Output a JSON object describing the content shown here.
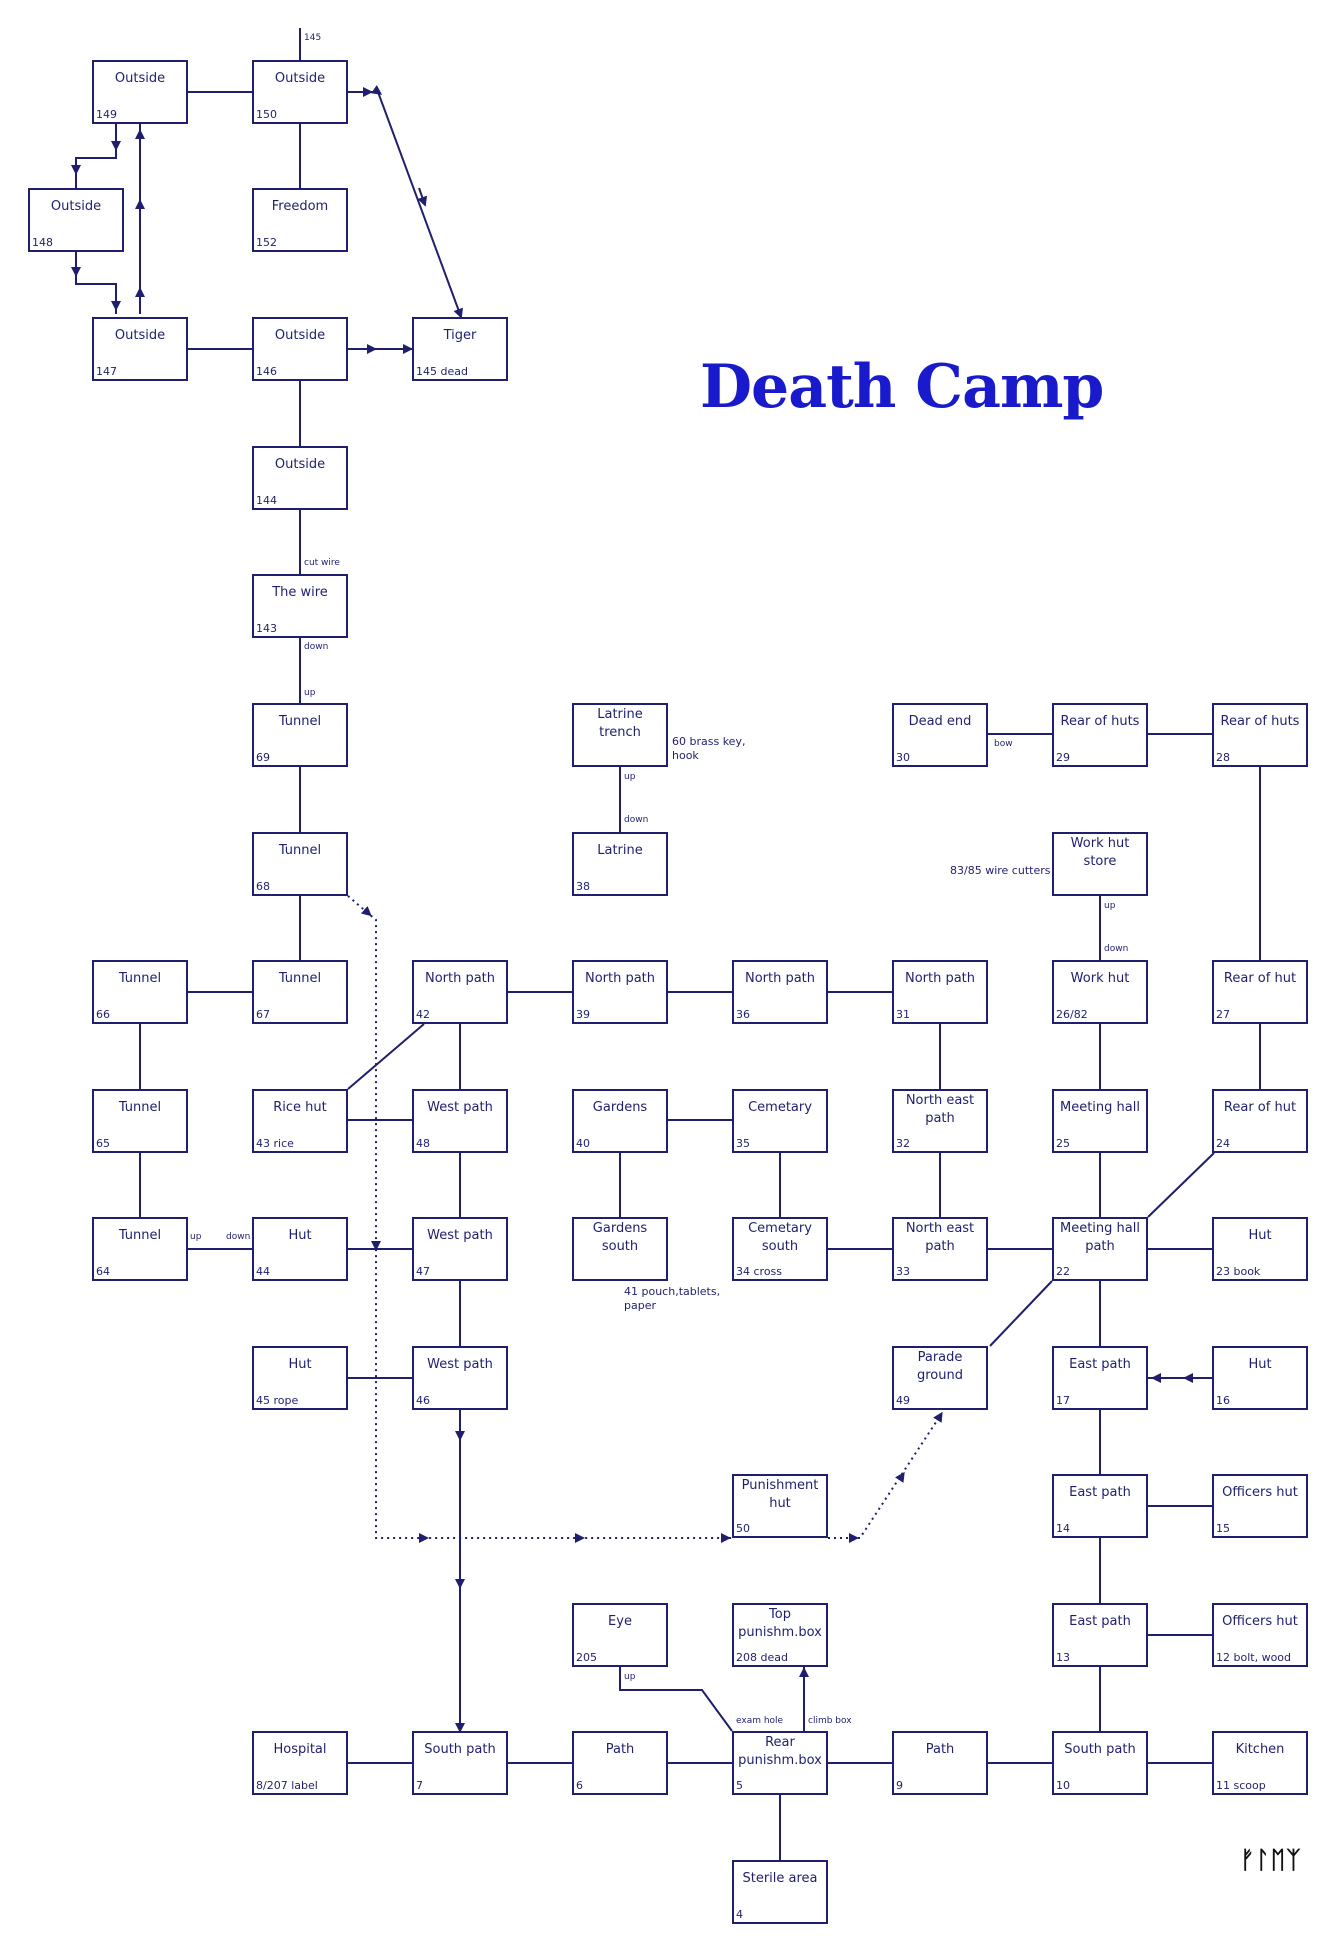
{
  "title": "Death Camp",
  "signature": "ᚠᛚᛖᛉ",
  "rooms": [
    {
      "id": "r150",
      "name": "Outside",
      "num": "150"
    },
    {
      "id": "r149",
      "name": "Outside",
      "num": "149"
    },
    {
      "id": "r148",
      "name": "Outside",
      "num": "148"
    },
    {
      "id": "r152",
      "name": "Freedom",
      "num": "152"
    },
    {
      "id": "r147",
      "name": "Outside",
      "num": "147"
    },
    {
      "id": "r146",
      "name": "Outside",
      "num": "146"
    },
    {
      "id": "r145",
      "name": "Tiger",
      "num": "145 dead"
    },
    {
      "id": "r144",
      "name": "Outside",
      "num": "144"
    },
    {
      "id": "r143",
      "name": "The wire",
      "num": "143"
    },
    {
      "id": "r69",
      "name": "Tunnel",
      "num": "69"
    },
    {
      "id": "r68",
      "name": "Tunnel",
      "num": "68"
    },
    {
      "id": "r67",
      "name": "Tunnel",
      "num": "67"
    },
    {
      "id": "r66",
      "name": "Tunnel",
      "num": "66"
    },
    {
      "id": "r65",
      "name": "Tunnel",
      "num": "65"
    },
    {
      "id": "r64",
      "name": "Tunnel",
      "num": "64"
    },
    {
      "id": "r44",
      "name": "Hut",
      "num": "44"
    },
    {
      "id": "r43",
      "name": "Rice hut",
      "num": "43 rice"
    },
    {
      "id": "r45",
      "name": "Hut",
      "num": "45 rope"
    },
    {
      "id": "r42",
      "name": "North path",
      "num": "42"
    },
    {
      "id": "r48",
      "name": "West path",
      "num": "48"
    },
    {
      "id": "r47",
      "name": "West path",
      "num": "47"
    },
    {
      "id": "r46",
      "name": "West path",
      "num": "46"
    },
    {
      "id": "r60",
      "name": "Latrine\ntrench",
      "num": ""
    },
    {
      "id": "r38",
      "name": "Latrine",
      "num": "38"
    },
    {
      "id": "r39",
      "name": "North path",
      "num": "39"
    },
    {
      "id": "r40",
      "name": "Gardens",
      "num": "40"
    },
    {
      "id": "r41",
      "name": "Gardens\nsouth",
      "num": ""
    },
    {
      "id": "r36",
      "name": "North path",
      "num": "36"
    },
    {
      "id": "r35",
      "name": "Cemetary",
      "num": "35"
    },
    {
      "id": "r34",
      "name": "Cemetary\nsouth",
      "num": "34 cross"
    },
    {
      "id": "r30",
      "name": "Dead end",
      "num": "30"
    },
    {
      "id": "r31",
      "name": "North path",
      "num": "31"
    },
    {
      "id": "r32",
      "name": "North east\npath",
      "num": "32"
    },
    {
      "id": "r33",
      "name": "North east\npath",
      "num": "33"
    },
    {
      "id": "r49",
      "name": "Parade\nground",
      "num": "49"
    },
    {
      "id": "r29",
      "name": "Rear of huts",
      "num": "29"
    },
    {
      "id": "r83",
      "name": "Work hut\nstore",
      "num": ""
    },
    {
      "id": "r26",
      "name": "Work hut",
      "num": "26/82"
    },
    {
      "id": "r25",
      "name": "Meeting hall",
      "num": "25"
    },
    {
      "id": "r22",
      "name": "Meeting hall\npath",
      "num": "22"
    },
    {
      "id": "r17",
      "name": "East path",
      "num": "17"
    },
    {
      "id": "r14",
      "name": "East path",
      "num": "14"
    },
    {
      "id": "r13",
      "name": "East path",
      "num": "13"
    },
    {
      "id": "r28",
      "name": "Rear of huts",
      "num": "28"
    },
    {
      "id": "r27",
      "name": "Rear of hut",
      "num": "27"
    },
    {
      "id": "r24",
      "name": "Rear of hut",
      "num": "24"
    },
    {
      "id": "r23",
      "name": "Hut",
      "num": "23 book"
    },
    {
      "id": "r16",
      "name": "Hut",
      "num": "16"
    },
    {
      "id": "r15",
      "name": "Officers hut",
      "num": "15"
    },
    {
      "id": "r12",
      "name": "Officers hut",
      "num": "12 bolt, wood"
    },
    {
      "id": "r50",
      "name": "Punishment\nhut",
      "num": "50"
    },
    {
      "id": "r205",
      "name": "Eye",
      "num": "205"
    },
    {
      "id": "r208",
      "name": "Top\npunishm.box",
      "num": "208 dead"
    },
    {
      "id": "r8",
      "name": "Hospital",
      "num": "8/207 label"
    },
    {
      "id": "r7",
      "name": "South path",
      "num": "7"
    },
    {
      "id": "r6",
      "name": "Path",
      "num": "6"
    },
    {
      "id": "r5",
      "name": "Rear\npunishm.box",
      "num": "5"
    },
    {
      "id": "r9",
      "name": "Path",
      "num": "9"
    },
    {
      "id": "r10",
      "name": "South path",
      "num": "10"
    },
    {
      "id": "r11",
      "name": "Kitchen",
      "num": "11 scoop"
    },
    {
      "id": "r4",
      "name": "Sterile area",
      "num": "4"
    }
  ],
  "labels": [
    {
      "id": "l145",
      "text": "145"
    },
    {
      "id": "lcut",
      "text": "cut wire"
    },
    {
      "id": "ldown143",
      "text": "down"
    },
    {
      "id": "lup69",
      "text": "up"
    },
    {
      "id": "lup60",
      "text": "up"
    },
    {
      "id": "ldown38",
      "text": "down"
    },
    {
      "id": "lup64",
      "text": "up"
    },
    {
      "id": "ldown44",
      "text": "down"
    },
    {
      "id": "lbow",
      "text": "bow"
    },
    {
      "id": "lup83",
      "text": "up"
    },
    {
      "id": "ldown26",
      "text": "down"
    },
    {
      "id": "lup205",
      "text": "up"
    },
    {
      "id": "lexam",
      "text": "exam hole"
    },
    {
      "id": "lclimb",
      "text": "climb box"
    }
  ],
  "notes": [
    {
      "id": "n60",
      "text": "60 brass key,\n hook"
    },
    {
      "id": "n83",
      "text": "83/85 wire cutters"
    },
    {
      "id": "n41",
      "text": "41 pouch,tablets,\npaper"
    }
  ]
}
